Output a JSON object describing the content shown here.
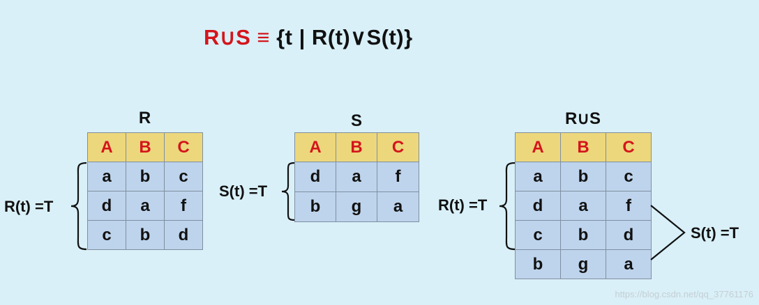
{
  "formula": {
    "lhs": "R∪S",
    "equiv": "≡",
    "rhs": "{t | R(t)∨S(t)}"
  },
  "tables": {
    "r": {
      "title": "R",
      "headers": [
        "A",
        "B",
        "C"
      ],
      "rows": [
        [
          "a",
          "b",
          "c"
        ],
        [
          "d",
          "a",
          "f"
        ],
        [
          "c",
          "b",
          "d"
        ]
      ]
    },
    "s": {
      "title": "S",
      "headers": [
        "A",
        "B",
        "C"
      ],
      "rows": [
        [
          "d",
          "a",
          "f"
        ],
        [
          "b",
          "g",
          "a"
        ]
      ]
    },
    "union": {
      "title": "R∪S",
      "headers": [
        "A",
        "B",
        "C"
      ],
      "rows": [
        [
          "a",
          "b",
          "c"
        ],
        [
          "d",
          "a",
          "f"
        ],
        [
          "c",
          "b",
          "d"
        ],
        [
          "b",
          "g",
          "a"
        ]
      ]
    }
  },
  "labels": {
    "r_true": "R(t) =T",
    "s_true": "S(t) =T",
    "union_r_true": "R(t) =T",
    "union_s_true": "S(t) =T"
  },
  "watermark": "https://blog.csdn.net/qq_37761176",
  "colors": {
    "background": "#d9f0f8",
    "header_fill": "#ecd77c",
    "header_text": "#d4151c",
    "cell_fill": "#bed4ec",
    "accent_red": "#d4151c"
  }
}
